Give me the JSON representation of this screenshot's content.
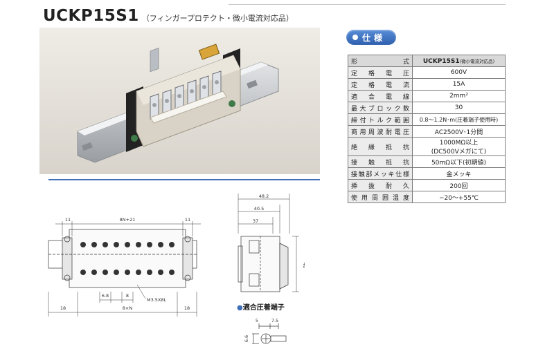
{
  "header": {
    "model": "UCKP15S1",
    "subtitle": "（フィンガープロテクト・微小電流対応品）"
  },
  "spec": {
    "badge": "仕様",
    "header_label": "形　式",
    "header_model": "UCKP15S1",
    "header_model_note": "(微小電流対応品)",
    "rows": [
      {
        "label": "定格電圧",
        "value": "600V"
      },
      {
        "label": "定格電流",
        "value": "15A"
      },
      {
        "label": "適合電線",
        "value": "2mm²"
      },
      {
        "label": "最大ブロック数",
        "value": "30"
      },
      {
        "label": "締付トルク範囲",
        "value": "0.8～1.2N･m(圧着端子使用時)"
      },
      {
        "label": "商用周波耐電圧",
        "value": "AC2500V･1分間"
      },
      {
        "label": "絶縁抵抗",
        "value": "1000MΩ以上",
        "value2": "(DC500Vメガにて)"
      },
      {
        "label": "接触抵抗",
        "value": "50mΩ以下(初期値)"
      },
      {
        "label": "接触部メッキ仕様",
        "value": "金メッキ"
      },
      {
        "label": "挿抜耐久",
        "value": "200回"
      },
      {
        "label": "使用周囲温度",
        "value": "−20～+55℃"
      }
    ]
  },
  "drawing": {
    "dims": {
      "d_11_left": "11",
      "d_8n21": "8N+21",
      "d_11_right": "11",
      "d_18_left": "18",
      "d_8xn": "8×N",
      "d_18_right": "18",
      "d_68": "6.8",
      "d_8": "8",
      "screw": "M3.5X8L",
      "d_482": "48.2",
      "d_405": "40.5",
      "d_37": "37",
      "d_46": "46"
    },
    "terminal": {
      "bullet": "●",
      "title": "適合圧着端子",
      "d5": "5",
      "d75": "7.5",
      "d66": "6.6"
    }
  }
}
